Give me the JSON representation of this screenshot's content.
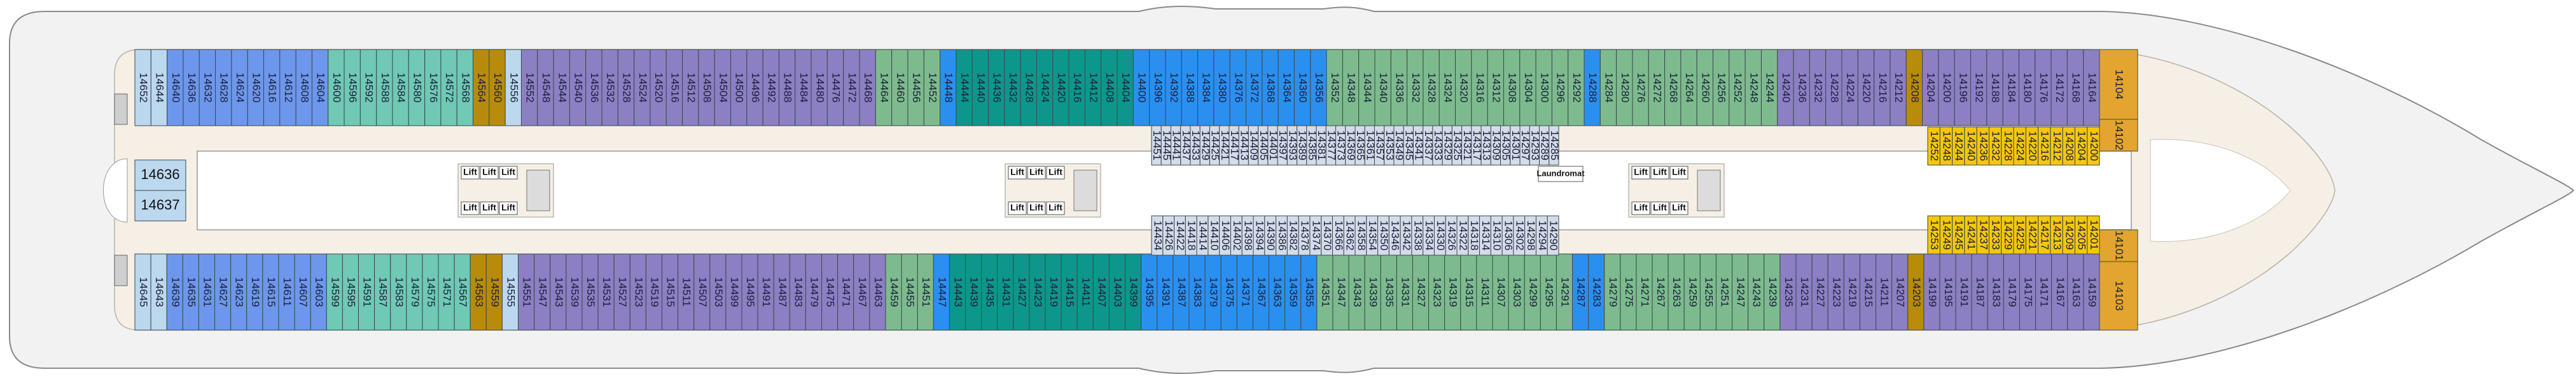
{
  "deck": {
    "colors": {
      "hull": "#f2f2f2",
      "deck_floor": "#f5efe6",
      "corridor": "#ffffff",
      "blue": "#6d97ec",
      "light_blue": "#bcd8ef",
      "teal_light": "#6fc9b4",
      "teal": "#0d978c",
      "bright_blue": "#2b8ff0",
      "green": "#7dbb8e",
      "purple": "#8c7fc3",
      "gold": "#b98b0a",
      "orange": "#e3a52f",
      "yellow": "#f5c70c",
      "grey_blue": "#d4dbe9"
    },
    "aft_center_cabins": [
      "14636",
      "14637"
    ],
    "lift_label": "Lift",
    "laundromat_label": "Laundromat",
    "top_outer_cabins": [
      "14652",
      "14644",
      "14640",
      "14636",
      "14632",
      "14628",
      "14624",
      "14620",
      "14616",
      "14612",
      "14608",
      "14604",
      "14600",
      "14596",
      "14592",
      "14588",
      "14584",
      "14580",
      "14576",
      "14572",
      "14568",
      "14564",
      "14560",
      "14556",
      "14552",
      "14548",
      "14544",
      "14540",
      "14536",
      "14532",
      "14528",
      "14524",
      "14520",
      "14516",
      "14512",
      "14508",
      "14504",
      "14500",
      "14496",
      "14492",
      "14488",
      "14484",
      "14480",
      "14476",
      "14472",
      "14468",
      "14464",
      "14460",
      "14456",
      "14452",
      "14448",
      "14444",
      "14440",
      "14436",
      "14432",
      "14428",
      "14424",
      "14420",
      "14416",
      "14412",
      "14408",
      "14404",
      "14400",
      "14396",
      "14392",
      "14388",
      "14384",
      "14380",
      "14376",
      "14372",
      "14368",
      "14364",
      "14360",
      "14356",
      "14352",
      "14348",
      "14344",
      "14340",
      "14336",
      "14332",
      "14328",
      "14324",
      "14320",
      "14316",
      "14312",
      "14308",
      "14304",
      "14300",
      "14296",
      "14292",
      "14288",
      "14284",
      "14280",
      "14276",
      "14272",
      "14268",
      "14264",
      "14260",
      "14256",
      "14252",
      "14248",
      "14244",
      "14240",
      "14236",
      "14232",
      "14228",
      "14224",
      "14220",
      "14216",
      "14212",
      "14208",
      "14204",
      "14200",
      "14196",
      "14192",
      "14188",
      "14184",
      "14180",
      "14176",
      "14172",
      "14168",
      "14164"
    ],
    "bottom_outer_cabins": [
      "14645",
      "14643",
      "14639",
      "14635",
      "14631",
      "14627",
      "14623",
      "14619",
      "14615",
      "14611",
      "14607",
      "14603",
      "14599",
      "14595",
      "14591",
      "14587",
      "14583",
      "14579",
      "14575",
      "14571",
      "14567",
      "14563",
      "14559",
      "14555",
      "14551",
      "14547",
      "14543",
      "14539",
      "14535",
      "14531",
      "14527",
      "14523",
      "14519",
      "14515",
      "14511",
      "14507",
      "14503",
      "14499",
      "14495",
      "14491",
      "14487",
      "14483",
      "14479",
      "14475",
      "14471",
      "14467",
      "14463",
      "14459",
      "14455",
      "14451",
      "14447",
      "14443",
      "14439",
      "14435",
      "14431",
      "14427",
      "14423",
      "14419",
      "14415",
      "14411",
      "14407",
      "14403",
      "14399",
      "14395",
      "14391",
      "14387",
      "14383",
      "14379",
      "14375",
      "14371",
      "14367",
      "14363",
      "14359",
      "14355",
      "14351",
      "14347",
      "14343",
      "14339",
      "14335",
      "14331",
      "14327",
      "14323",
      "14319",
      "14315",
      "14311",
      "14307",
      "14303",
      "14299",
      "14295",
      "14291",
      "14287",
      "14283",
      "14279",
      "14275",
      "14271",
      "14267",
      "14263",
      "14259",
      "14255",
      "14251",
      "14247",
      "14243",
      "14239",
      "14235",
      "14231",
      "14227",
      "14223",
      "14219",
      "14215",
      "14211",
      "14207",
      "14203",
      "14199",
      "14195",
      "14191",
      "14187",
      "14183",
      "14179",
      "14175",
      "14171",
      "14167",
      "14163",
      "14159"
    ],
    "inner_top_cabins": [
      "14451",
      "14445",
      "14441",
      "14437",
      "14433",
      "14429",
      "14425",
      "14421",
      "14417",
      "14413",
      "14409",
      "14405",
      "14401",
      "14397",
      "14393",
      "14389",
      "14385",
      "14381",
      "14377",
      "14373",
      "14369",
      "14365",
      "14361",
      "14357",
      "14353",
      "14349",
      "14345",
      "14341",
      "14337",
      "14333",
      "14329",
      "14325",
      "14321",
      "14317",
      "14313",
      "14309",
      "14305",
      "14301",
      "14297",
      "14293",
      "14289",
      "14285"
    ],
    "inner_bottom_cabins": [
      "14434",
      "14426",
      "14422",
      "14418",
      "14414",
      "14410",
      "14406",
      "14402",
      "14398",
      "14394",
      "14390",
      "14386",
      "14382",
      "14378",
      "14374",
      "14370",
      "14366",
      "14362",
      "14358",
      "14354",
      "14350",
      "14346",
      "14342",
      "14338",
      "14334",
      "14330",
      "14326",
      "14322",
      "14318",
      "14314",
      "14310",
      "14306",
      "14302",
      "14298",
      "14294",
      "14290"
    ],
    "fwd_inner_top_cabins": [
      "14252",
      "14248",
      "14244",
      "14240",
      "14236",
      "14232",
      "14228",
      "14224",
      "14220",
      "14216",
      "14212",
      "14208",
      "14204",
      "14200"
    ],
    "fwd_inner_bottom_cabins": [
      "14253",
      "14249",
      "14245",
      "14241",
      "14237",
      "14233",
      "14229",
      "14225",
      "14221",
      "14217",
      "14213",
      "14209",
      "14205",
      "14201"
    ],
    "bow_cabins": [
      "14104",
      "14102",
      "14101",
      "14103"
    ]
  }
}
